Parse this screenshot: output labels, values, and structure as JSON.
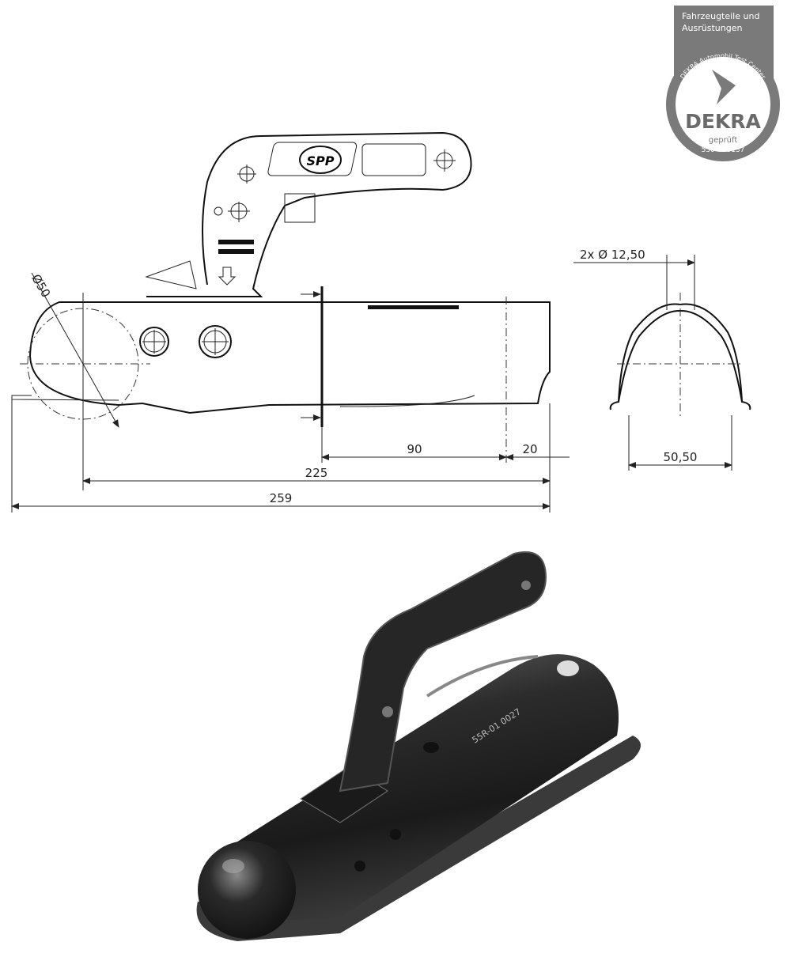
{
  "badge": {
    "line1": "Fahrzeugteile und",
    "line2": "Ausrüstungen",
    "ring_text": "DEKRA Automobil Test Center",
    "brand": "DEKRA",
    "status": "geprüft",
    "number": "550-020137",
    "color": "#7a7a7a"
  },
  "drawing": {
    "logo": "SPP",
    "ball_diameter": "Ø50",
    "dim_90": "90",
    "dim_20": "20",
    "dim_225": "225",
    "dim_259": "259",
    "hole_spec": "2x Ø 12,50",
    "width_dim": "50,50"
  },
  "photo": {
    "marking": "55R-01 0027",
    "body_color": "#2a2a2a"
  }
}
